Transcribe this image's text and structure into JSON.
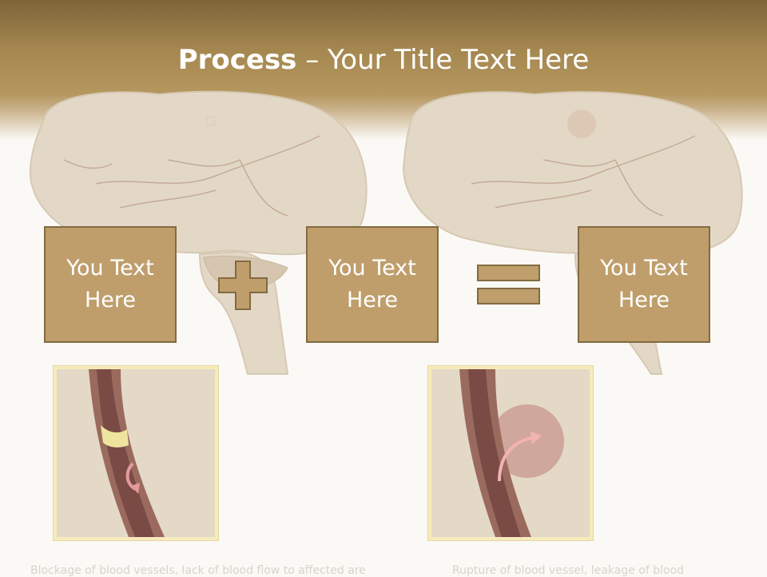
{
  "slide": {
    "title_bold": "Process",
    "title_rest": " – Your Title Text Here"
  },
  "boxes": [
    {
      "text": "You Text Here"
    },
    {
      "text": "You Text Here"
    },
    {
      "text": "You Text Here"
    }
  ],
  "operators": [
    "plus-icon",
    "equals-icon"
  ],
  "captions": {
    "left": "Blockage of blood vessels, lack of blood flow to affected area",
    "right": "Rupture of blood vessel, leakage of blood"
  },
  "colors": {
    "header": "#a4864f",
    "box_fill": "#bf9e6c",
    "box_border": "#826a41",
    "inset_border": "#f6ebbb"
  }
}
